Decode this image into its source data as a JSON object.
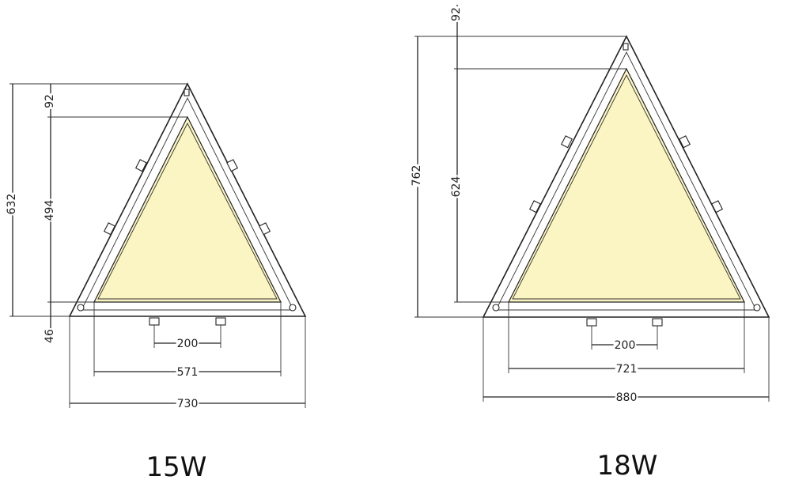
{
  "panel_color": "#fbf5c3",
  "line_color": "#222222",
  "models": [
    {
      "caption": "15W",
      "dims": {
        "total_height": "632",
        "top_offset": "92",
        "panel_height": "494",
        "bottom_offset": "46",
        "bracket_spacing": "200",
        "panel_width": "571",
        "total_width": "730"
      }
    },
    {
      "caption": "18W",
      "dims": {
        "total_height": "762",
        "top_offset": "92",
        "panel_height": "624",
        "bracket_spacing": "200",
        "panel_width": "721",
        "total_width": "880"
      }
    }
  ]
}
